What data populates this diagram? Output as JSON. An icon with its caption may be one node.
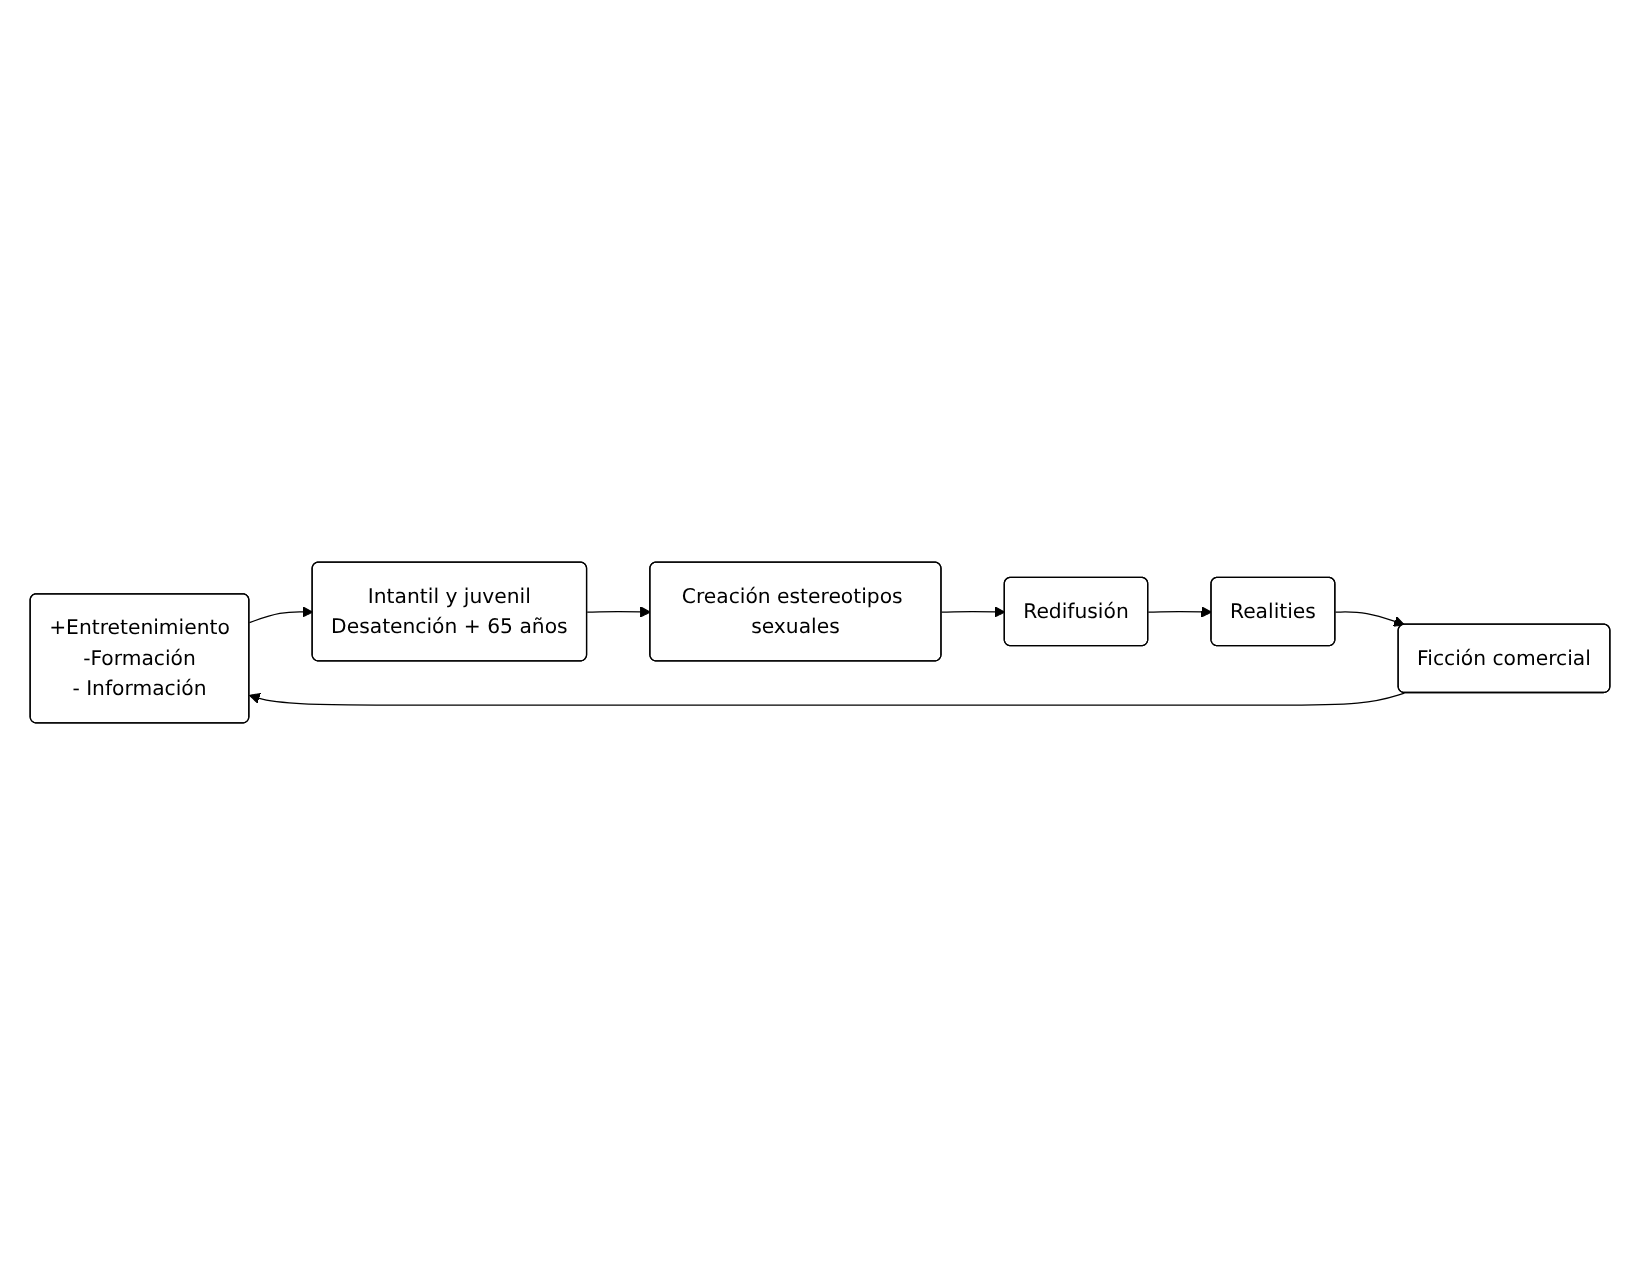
{
  "diagram": {
    "nodes": [
      {
        "text": [
          "+Entretenimiento",
          "-Formación",
          "- Información"
        ]
      },
      {
        "text": [
          "Intantil y juvenil",
          "Desatención + 65 años"
        ]
      },
      {
        "text": [
          "Creación estereotipos sexuales"
        ]
      },
      {
        "text": [
          "Redifusión"
        ]
      },
      {
        "text": [
          "Realities"
        ]
      },
      {
        "text": [
          "Ficción comercial"
        ]
      }
    ],
    "edges": [
      {
        "from": 0,
        "to": 1,
        "arrow": "to"
      },
      {
        "from": 1,
        "to": 2,
        "arrow": "to"
      },
      {
        "from": 2,
        "to": 3,
        "arrow": "to"
      },
      {
        "from": 3,
        "to": 4,
        "arrow": "to"
      },
      {
        "from": 4,
        "to": 5,
        "arrow": "to"
      },
      {
        "from": 5,
        "to": 0,
        "arrow": "to"
      }
    ]
  }
}
